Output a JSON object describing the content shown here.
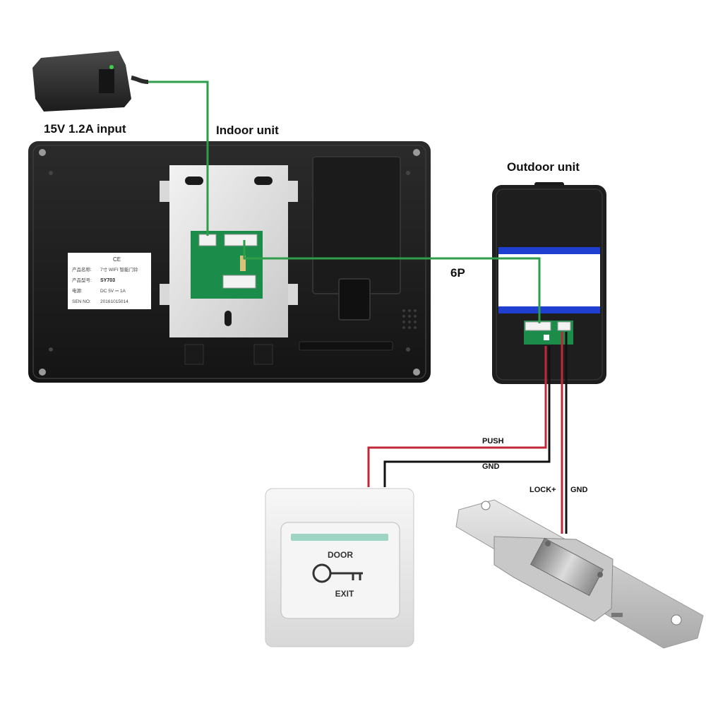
{
  "labels": {
    "power_input": "15V 1.2A input",
    "indoor_unit": "Indoor unit",
    "outdoor_unit": "Outdoor unit",
    "cable_6p": "6P",
    "push": "PUSH",
    "gnd_button": "GND",
    "lock_plus": "LOCK+",
    "gnd_lock": "GND"
  },
  "indoor_sticker": {
    "row1_key": "产品名称:",
    "row1_val": "7寸 WIFI 智能门铃",
    "row2_key": "产品型号:",
    "row2_val": "SY703",
    "row3_key": "电源:",
    "row3_val": "DC 5V ⎓ 1A",
    "row4_key": "SEN NO:",
    "row4_val": "20161015014",
    "cert": "CE"
  },
  "exit_button": {
    "top_text": "DOOR",
    "bottom_text": "EXIT"
  },
  "colors": {
    "wire_green": "#2e9e4a",
    "wire_red": "#c0283a",
    "wire_black": "#111111",
    "device_black": "#1e1e1e",
    "blue_band": "#1f3fd0",
    "pcb_green": "#1c8c4a"
  }
}
